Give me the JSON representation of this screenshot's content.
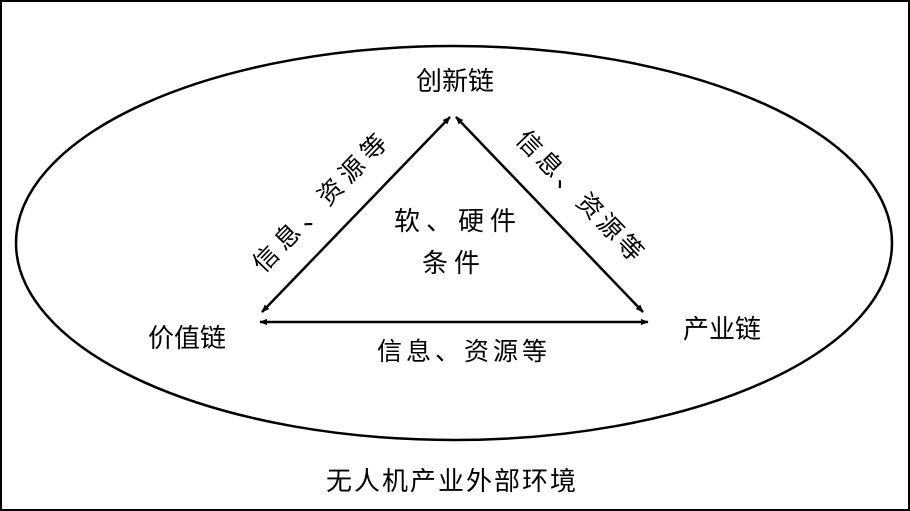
{
  "diagram": {
    "nodes": {
      "top": "创新链",
      "left": "价值链",
      "right": "产业链"
    },
    "edges": {
      "left": "信息、资源等",
      "right": "信息、资源等",
      "bottom": "信息、资源等"
    },
    "center": {
      "line1": "软、硬件",
      "line2": "条件"
    },
    "environment": "无人机产业外部环境"
  }
}
